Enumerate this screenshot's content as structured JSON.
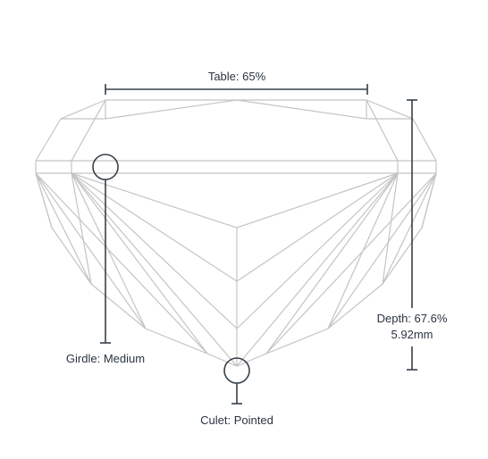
{
  "diagram": {
    "table_label": "Table: 65%",
    "depth_label_line1": "Depth: 67.6%",
    "depth_label_line2": "5.92mm",
    "girdle_label": "Girdle: Medium",
    "culet_label": "Culet: Pointed"
  },
  "colors": {
    "facet_line": "#c4c4c4",
    "measure_line": "#36404a",
    "label_text": "#2b3440"
  }
}
